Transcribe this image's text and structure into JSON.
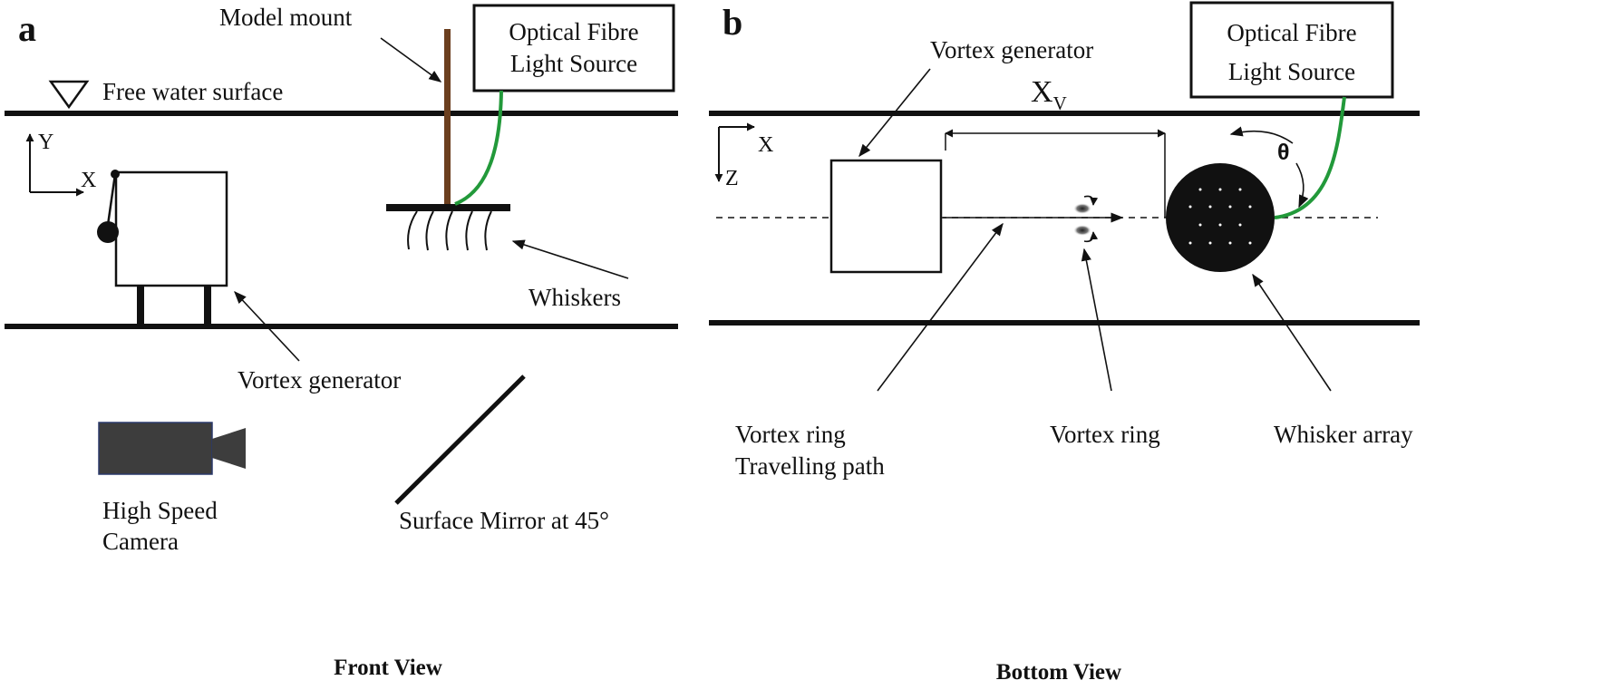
{
  "panel_a": {
    "letter": "a",
    "title": "Front View",
    "labels": {
      "model_mount": "Model mount",
      "light_source_line1": "Optical Fibre",
      "light_source_line2": "Light Source",
      "free_surface": "Free water surface",
      "axis_y": "Y",
      "axis_x": "X",
      "whiskers": "Whiskers",
      "vortex_generator": "Vortex generator",
      "camera_line1": "High Speed",
      "camera_line2": "Camera",
      "mirror": "Surface Mirror at 45°"
    }
  },
  "panel_b": {
    "letter": "b",
    "title": "Bottom View",
    "labels": {
      "vortex_generator": "Vortex generator",
      "light_source_line1": "Optical Fibre",
      "light_source_line2": "Light Source",
      "distance": "X",
      "distance_sub": "V",
      "angle": "θ",
      "axis_x": "X",
      "axis_z": "Z",
      "path_line1": "Vortex ring",
      "path_line2": "Travelling path",
      "vortex_ring": "Vortex ring",
      "whisker_array": "Whisker array"
    }
  },
  "colors": {
    "fibre": "#22993a",
    "mount": "#6b3f1f",
    "camera": "#3d3d3d",
    "ink": "#111111"
  }
}
